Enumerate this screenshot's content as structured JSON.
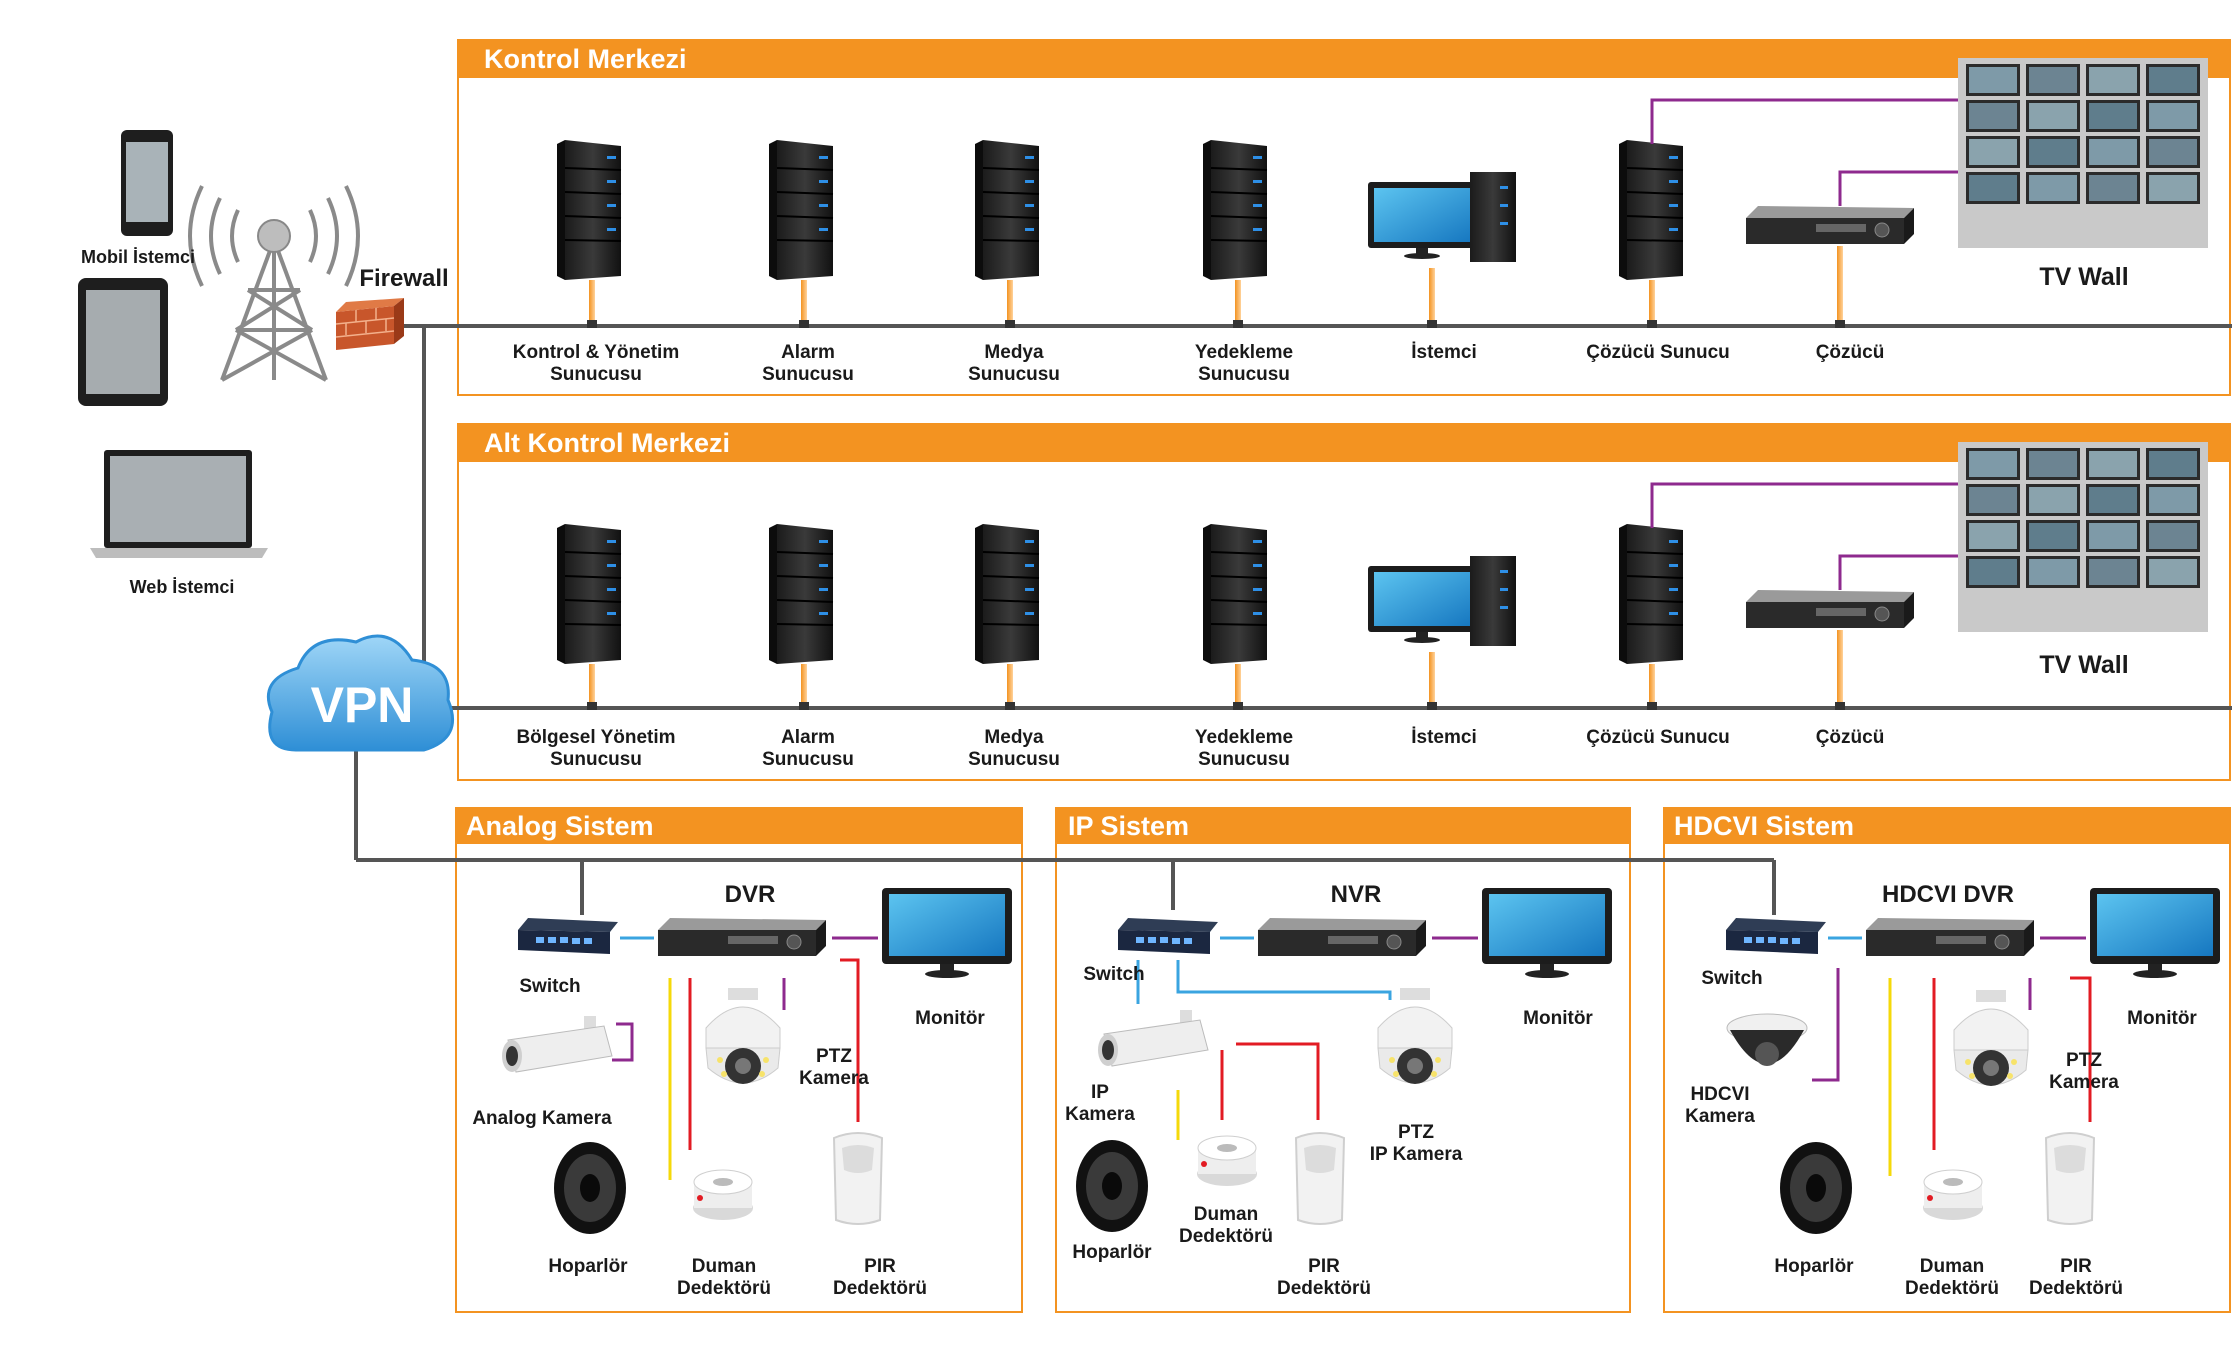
{
  "control_center": {
    "title": "Kontrol Merkezi",
    "servers": [
      {
        "line1": "Kontrol & Yönetim",
        "line2": "Sunucusu"
      },
      {
        "line1": "Alarm",
        "line2": "Sunucusu"
      },
      {
        "line1": "Medya",
        "line2": "Sunucusu"
      },
      {
        "line1": "Yedekleme",
        "line2": "Sunucusu"
      }
    ],
    "client": "İstemci",
    "decoder_server": "Çözücü Sunucu",
    "decoder": "Çözücü",
    "tv_wall": "TV Wall"
  },
  "sub_control_center": {
    "title": "Alt Kontrol Merkezi",
    "servers": [
      {
        "line1": "Bölgesel Yönetim",
        "line2": "Sunucusu"
      },
      {
        "line1": "Alarm",
        "line2": "Sunucusu"
      },
      {
        "line1": "Medya",
        "line2": "Sunucusu"
      },
      {
        "line1": "Yedekleme",
        "line2": "Sunucusu"
      }
    ],
    "client": "İstemci",
    "decoder_server": "Çözücü Sunucu",
    "decoder": "Çözücü",
    "tv_wall": "TV Wall"
  },
  "left": {
    "mobile_client": "Mobil İstemci",
    "web_client": "Web İstemci",
    "firewall": "Firewall",
    "vpn": "VPN"
  },
  "analog": {
    "title": "Analog Sistem",
    "recorder": "DVR",
    "switch": "Switch",
    "monitor": "Monitör",
    "camera": "Analog Kamera",
    "ptz_line1": "PTZ",
    "ptz_line2": "Kamera",
    "speaker": "Hoparlör",
    "smoke_line1": "Duman",
    "smoke_line2": "Dedektörü",
    "pir_line1": "PIR",
    "pir_line2": "Dedektörü"
  },
  "ip": {
    "title": "IP Sistem",
    "recorder": "NVR",
    "switch": "Switch",
    "monitor": "Monitör",
    "camera_line1": "IP",
    "camera_line2": "Kamera",
    "ptz_line1": "PTZ",
    "ptz_line2": "IP Kamera",
    "speaker": "Hoparlör",
    "smoke_line1": "Duman",
    "smoke_line2": "Dedektörü",
    "pir_line1": "PIR",
    "pir_line2": "Dedektörü"
  },
  "hdcvi": {
    "title": "HDCVI Sistem",
    "recorder": "HDCVI DVR",
    "switch": "Switch",
    "monitor": "Monitör",
    "camera_line1": "HDCVI",
    "camera_line2": "Kamera",
    "ptz_line1": "PTZ",
    "ptz_line2": "Kamera",
    "speaker": "Hoparlör",
    "smoke_line1": "Duman",
    "smoke_line2": "Dedektörü",
    "pir_line1": "PIR",
    "pir_line2": "Dedektörü"
  },
  "colors": {
    "orange": "#f39321",
    "purple": "#8e2a8e",
    "blue": "#3aa4e0",
    "red": "#e21b23",
    "yellow": "#f5d90a",
    "line": "#555555",
    "vpn": "#4aa8e6"
  }
}
